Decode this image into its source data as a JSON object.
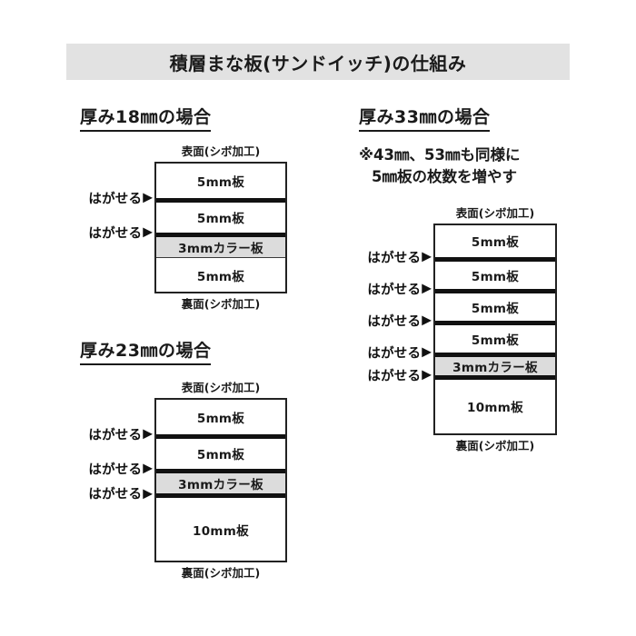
{
  "title": "積層まな板(サンドイッチ)の仕組み",
  "common": {
    "front_face_label": "表面(シボ加工)",
    "back_face_label": "裏面(シボ加工)",
    "peel_label": "はがせる",
    "peel_arrow_icon": "▶"
  },
  "colors": {
    "banner_background": "#e2e2e2",
    "colored_layer": "#dcdcdc",
    "outline": "#222222",
    "separator": "#111111",
    "text": "#1a1a1a",
    "page_background": "#ffffff"
  },
  "sections": [
    {
      "id": "thickness-18",
      "heading": "厚み18㎜の場合",
      "note": null,
      "layers": [
        {
          "label": "5mm板",
          "thickness_mm": 5,
          "colored": false,
          "peel_above": false
        },
        {
          "label": "5mm板",
          "thickness_mm": 5,
          "colored": false,
          "peel_above": true
        },
        {
          "label": "3mmカラー板",
          "thickness_mm": 3,
          "colored": true,
          "peel_above": true
        },
        {
          "label": "5mm板",
          "thickness_mm": 5,
          "colored": false,
          "peel_above": false
        }
      ]
    },
    {
      "id": "thickness-23",
      "heading": "厚み23㎜の場合",
      "note": null,
      "layers": [
        {
          "label": "5mm板",
          "thickness_mm": 5,
          "colored": false,
          "peel_above": false
        },
        {
          "label": "5mm板",
          "thickness_mm": 5,
          "colored": false,
          "peel_above": true
        },
        {
          "label": "3mmカラー板",
          "thickness_mm": 3,
          "colored": true,
          "peel_above": true
        },
        {
          "label": "10mm板",
          "thickness_mm": 10,
          "colored": false,
          "peel_above": true
        }
      ]
    },
    {
      "id": "thickness-33",
      "heading": "厚み33㎜の場合",
      "note": {
        "line1": "※43㎜、53㎜も同様に",
        "line2": "5㎜板の枚数を増やす"
      },
      "layers": [
        {
          "label": "5mm板",
          "thickness_mm": 5,
          "colored": false,
          "peel_above": false
        },
        {
          "label": "5mm板",
          "thickness_mm": 5,
          "colored": false,
          "peel_above": true
        },
        {
          "label": "5mm板",
          "thickness_mm": 5,
          "colored": false,
          "peel_above": true
        },
        {
          "label": "5mm板",
          "thickness_mm": 5,
          "colored": false,
          "peel_above": true
        },
        {
          "label": "3mmカラー板",
          "thickness_mm": 3,
          "colored": true,
          "peel_above": true
        },
        {
          "label": "10mm板",
          "thickness_mm": 10,
          "colored": false,
          "peel_above": true
        }
      ]
    }
  ]
}
